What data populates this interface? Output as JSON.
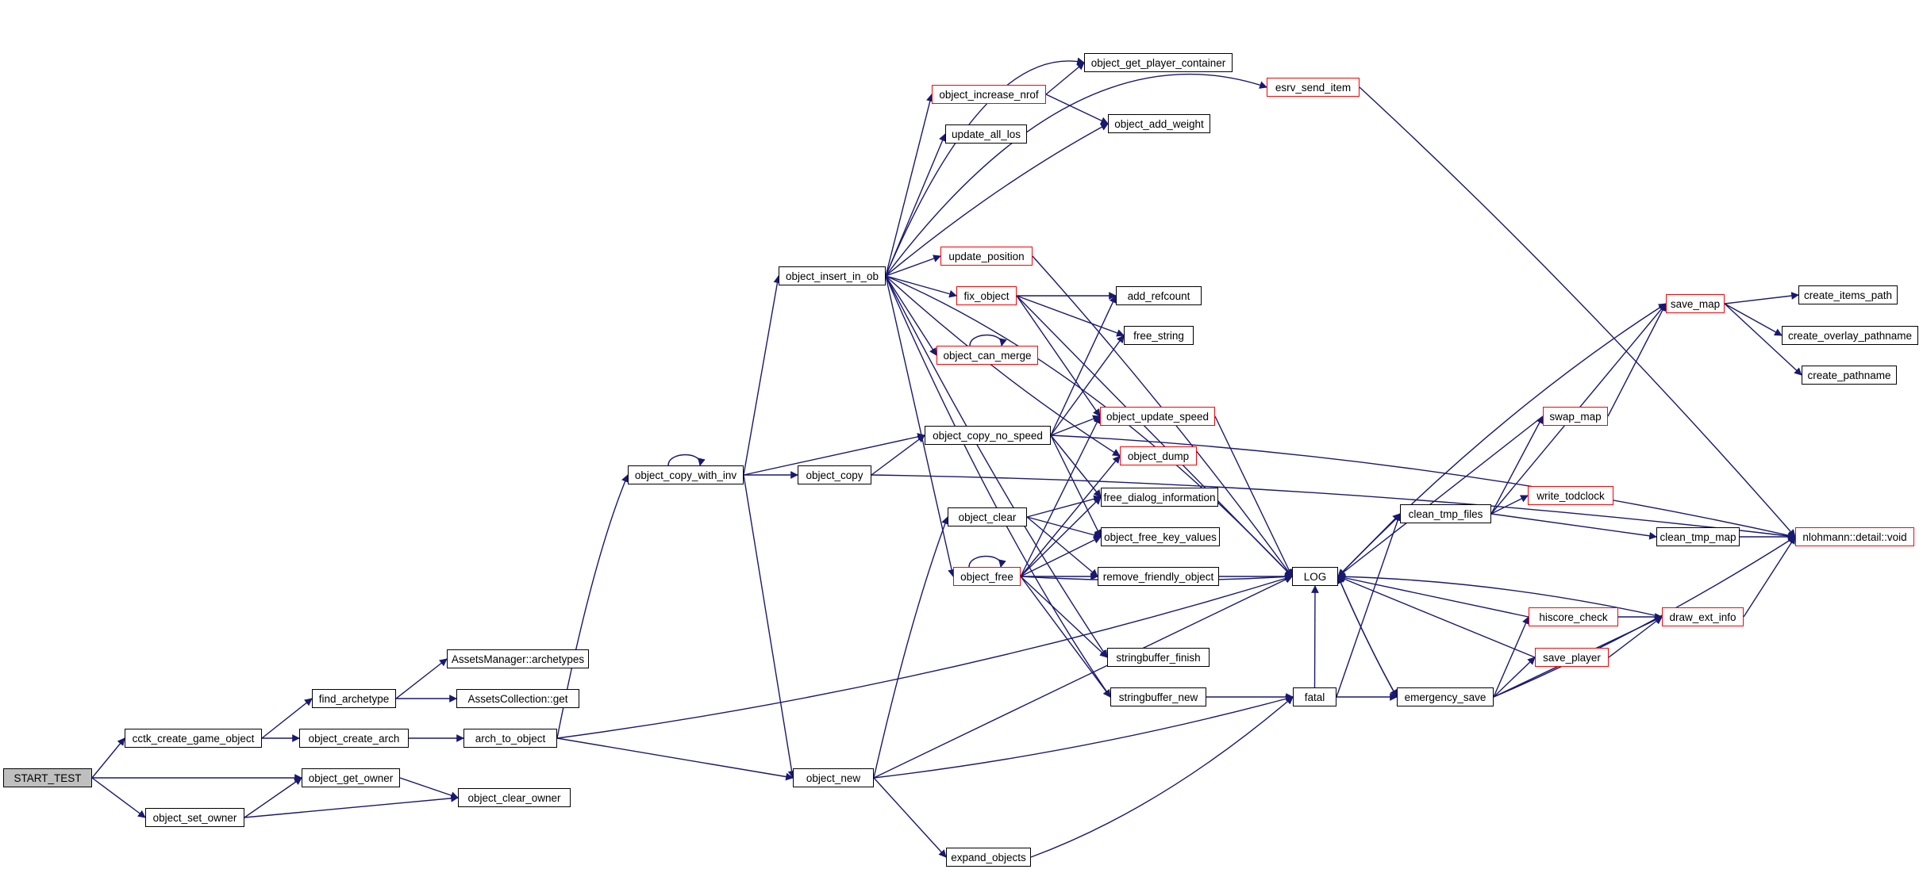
{
  "graph": {
    "root": "START_TEST",
    "edge_color": "#191970",
    "nodes": [
      {
        "id": "start_test",
        "label": "START_TEST",
        "style": "root"
      },
      {
        "id": "cctk_create_game_object",
        "label": "cctk_create_game_object",
        "style": "black"
      },
      {
        "id": "object_get_owner",
        "label": "object_get_owner",
        "style": "black"
      },
      {
        "id": "object_set_owner",
        "label": "object_set_owner",
        "style": "black"
      },
      {
        "id": "object_clear_owner",
        "label": "object_clear_owner",
        "style": "black"
      },
      {
        "id": "find_archetype",
        "label": "find_archetype",
        "style": "black"
      },
      {
        "id": "object_create_arch",
        "label": "object_create_arch",
        "style": "black"
      },
      {
        "id": "assetsmanager_archetypes",
        "label": "AssetsManager::archetypes",
        "style": "black"
      },
      {
        "id": "assetscollection_get",
        "label": "AssetsCollection::get",
        "style": "black"
      },
      {
        "id": "arch_to_object",
        "label": "arch_to_object",
        "style": "black"
      },
      {
        "id": "object_copy_with_inv",
        "label": "object_copy_with_inv",
        "style": "black"
      },
      {
        "id": "object_new",
        "label": "object_new",
        "style": "black"
      },
      {
        "id": "object_insert_in_ob",
        "label": "object_insert_in_ob",
        "style": "black"
      },
      {
        "id": "object_copy",
        "label": "object_copy",
        "style": "black"
      },
      {
        "id": "object_copy_no_speed",
        "label": "object_copy_no_speed",
        "style": "black"
      },
      {
        "id": "expand_objects",
        "label": "expand_objects",
        "style": "black"
      },
      {
        "id": "object_increase_nrof",
        "label": "object_increase_nrof",
        "style": "red"
      },
      {
        "id": "update_all_los",
        "label": "update_all_los",
        "style": "black"
      },
      {
        "id": "update_position",
        "label": "update_position",
        "style": "red"
      },
      {
        "id": "fix_object",
        "label": "fix_object",
        "style": "red"
      },
      {
        "id": "object_can_merge",
        "label": "object_can_merge",
        "style": "red"
      },
      {
        "id": "object_clear",
        "label": "object_clear",
        "style": "black"
      },
      {
        "id": "object_free",
        "label": "object_free",
        "style": "red"
      },
      {
        "id": "object_get_player_container",
        "label": "object_get_player_container",
        "style": "black"
      },
      {
        "id": "object_add_weight",
        "label": "object_add_weight",
        "style": "black"
      },
      {
        "id": "add_refcount",
        "label": "add_refcount",
        "style": "black"
      },
      {
        "id": "free_string",
        "label": "free_string",
        "style": "black"
      },
      {
        "id": "object_update_speed",
        "label": "object_update_speed",
        "style": "red"
      },
      {
        "id": "object_dump",
        "label": "object_dump",
        "style": "red"
      },
      {
        "id": "free_dialog_information",
        "label": "free_dialog_information",
        "style": "black"
      },
      {
        "id": "object_free_key_values",
        "label": "object_free_key_values",
        "style": "black"
      },
      {
        "id": "remove_friendly_object",
        "label": "remove_friendly_object",
        "style": "black"
      },
      {
        "id": "stringbuffer_finish",
        "label": "stringbuffer_finish",
        "style": "black"
      },
      {
        "id": "stringbuffer_new",
        "label": "stringbuffer_new",
        "style": "black"
      },
      {
        "id": "esrv_send_item",
        "label": "esrv_send_item",
        "style": "red"
      },
      {
        "id": "log",
        "label": "LOG",
        "style": "black"
      },
      {
        "id": "fatal",
        "label": "fatal",
        "style": "black"
      },
      {
        "id": "clean_tmp_files",
        "label": "clean_tmp_files",
        "style": "black"
      },
      {
        "id": "emergency_save",
        "label": "emergency_save",
        "style": "black"
      },
      {
        "id": "save_map",
        "label": "save_map",
        "style": "red"
      },
      {
        "id": "swap_map",
        "label": "swap_map",
        "style": "red"
      },
      {
        "id": "write_todclock",
        "label": "write_todclock",
        "style": "red"
      },
      {
        "id": "clean_tmp_map",
        "label": "clean_tmp_map",
        "style": "black"
      },
      {
        "id": "hiscore_check",
        "label": "hiscore_check",
        "style": "red"
      },
      {
        "id": "save_player",
        "label": "save_player",
        "style": "red"
      },
      {
        "id": "draw_ext_info",
        "label": "draw_ext_info",
        "style": "red"
      },
      {
        "id": "create_items_path",
        "label": "create_items_path",
        "style": "black"
      },
      {
        "id": "create_overlay_pathname",
        "label": "create_overlay_pathname",
        "style": "black"
      },
      {
        "id": "create_pathname",
        "label": "create_pathname",
        "style": "black"
      },
      {
        "id": "nlohmann_detail_void",
        "label": "nlohmann::detail::void",
        "style": "red"
      }
    ]
  }
}
